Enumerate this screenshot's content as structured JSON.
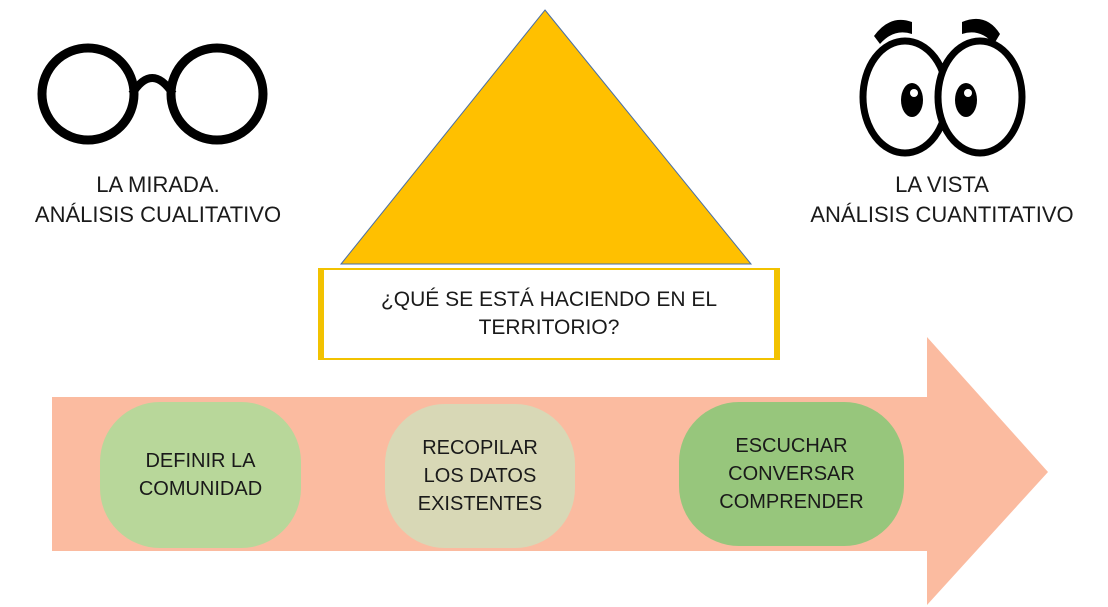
{
  "left_concept": {
    "icon": "glasses-icon",
    "line1": "LA MIRADA.",
    "line2": "ANÁLISIS CUALITATIVO"
  },
  "right_concept": {
    "icon": "cartoon-eyes-icon",
    "line1": "LA VISTA",
    "line2": "ANÁLISIS CUANTITATIVO"
  },
  "question": {
    "text": "¿QUÉ SE ESTÁ HACIENDO EN EL TERRITORIO?"
  },
  "process": {
    "steps": [
      {
        "lines": [
          "DEFINIR LA",
          "COMUNIDAD"
        ]
      },
      {
        "lines": [
          "RECOPILAR",
          "LOS DATOS",
          "EXISTENTES"
        ]
      },
      {
        "lines": [
          "ESCUCHAR",
          "CONVERSAR",
          "COMPRENDER"
        ]
      }
    ]
  },
  "colors": {
    "triangle": "#ffc000",
    "arrow": "#fbbba0",
    "step_1": "#b8d79a",
    "step_2": "#d8d8b6",
    "step_3": "#97c67c",
    "box_border": "#f2c200"
  }
}
